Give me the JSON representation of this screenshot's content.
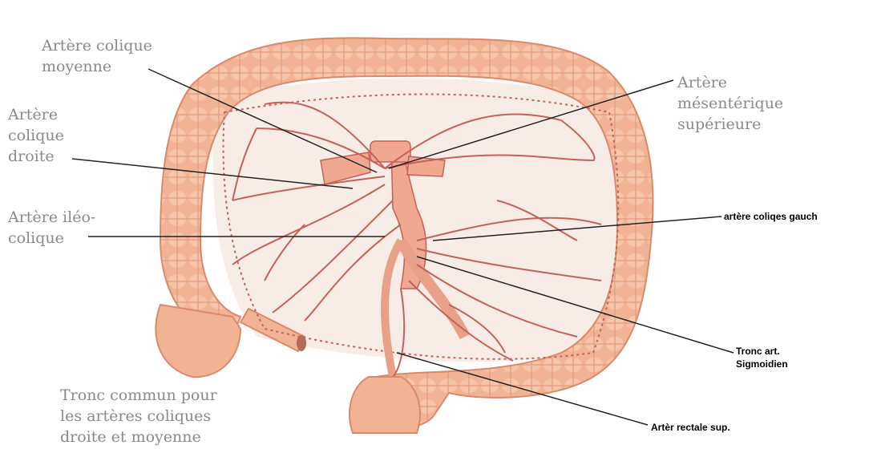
{
  "labels": {
    "colique_moyenne": [
      "Artère colique",
      "moyenne"
    ],
    "colique_droite": [
      "Artère",
      "colique",
      "droite"
    ],
    "ileo_colique": [
      "Artère iléo-",
      "colique"
    ],
    "tronc_commun": [
      "Tronc commun pour",
      "les artères coliques",
      "droite et moyenne"
    ],
    "mesenterique_sup": [
      "Artère",
      "mésentérique",
      "supérieure"
    ],
    "colique_gauche": "artère coliqes gauch",
    "tronc_sigmoidien": [
      "Tronc art.",
      "Sigmoidien"
    ],
    "rectale_sup": "Artèr rectale sup."
  },
  "colors": {
    "colon_fill": "#f2b394",
    "colon_shade": "#e08c6c",
    "artery": "#c4625a",
    "mesentery": "#f8e8e0",
    "label_gray": "#8a8a8a",
    "leader": "#222222"
  }
}
